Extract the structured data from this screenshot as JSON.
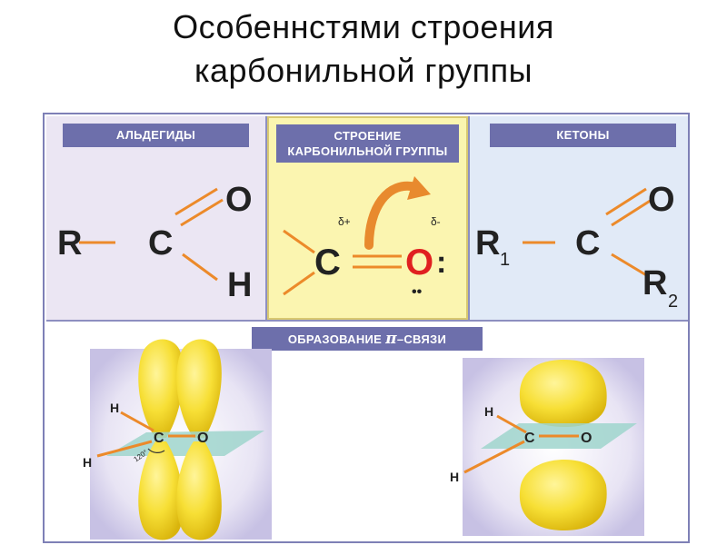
{
  "title": {
    "line1": "Особеннстями строения",
    "line2": "карбонильной группы"
  },
  "panels": {
    "aldehydes": {
      "label": "АЛЬДЕГИДЫ",
      "atoms": {
        "r": "R",
        "c": "C",
        "o": "O",
        "h": "H"
      }
    },
    "structure": {
      "label_line1": "СТРОЕНИЕ",
      "label_line2": "КАРБОНИЛЬНОЙ ГРУППЫ",
      "atoms": {
        "c": "C",
        "o": "O",
        "o_colon": ":",
        "o_pair": "••"
      },
      "charges": {
        "c": "δ+",
        "o": "δ-"
      }
    },
    "ketones": {
      "label": "КЕТОНЫ",
      "atoms": {
        "r1": "R",
        "r1_sub": "1",
        "c": "C",
        "o": "O",
        "r2": "R",
        "r2_sub": "2"
      }
    },
    "pi_bond": {
      "label_pre": "ОБРАЗОВАНИЕ ",
      "label_pi": "π",
      "label_post": "–СВЯЗИ",
      "left_model": {
        "h_top": "H",
        "h_bottom": "H",
        "c": "C",
        "o": "O",
        "angle": "120°"
      },
      "right_model": {
        "h_top": "H",
        "h_bottom": "H",
        "c": "C",
        "o": "O"
      }
    }
  },
  "colors": {
    "bond": "#ec8a2a",
    "oxygen_highlight": "#e02020",
    "orbital": "#f7df35",
    "plane": "#9fd5cc",
    "label_bar": "#6d6fab",
    "arrow": "#e88a2e"
  }
}
